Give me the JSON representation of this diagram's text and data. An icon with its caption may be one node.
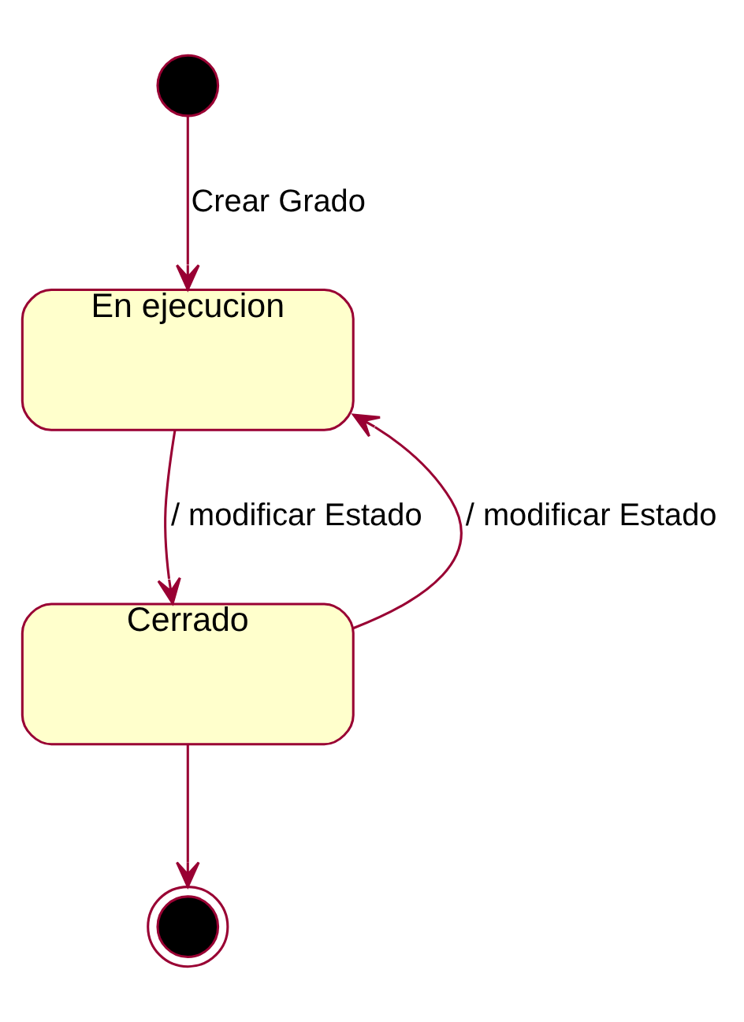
{
  "diagram": {
    "nodes": [
      {
        "text": [],
        "shape": "circle"
      },
      {
        "text": [
          "En ejecucion"
        ]
      },
      {
        "text": [
          "Cerrado"
        ]
      },
      {
        "text": [],
        "shape": "circle"
      }
    ],
    "edges": [
      {
        "from": 0,
        "to": 1,
        "arrow": "to",
        "label": "Crear Grado"
      },
      {
        "from": 1,
        "to": 2,
        "arrow": "to",
        "label": "/ modificar Estado"
      },
      {
        "from": 2,
        "to": 1,
        "arrow": "to",
        "label": "/ modificar Estado"
      },
      {
        "from": 2,
        "to": 3,
        "arrow": "to"
      }
    ]
  }
}
